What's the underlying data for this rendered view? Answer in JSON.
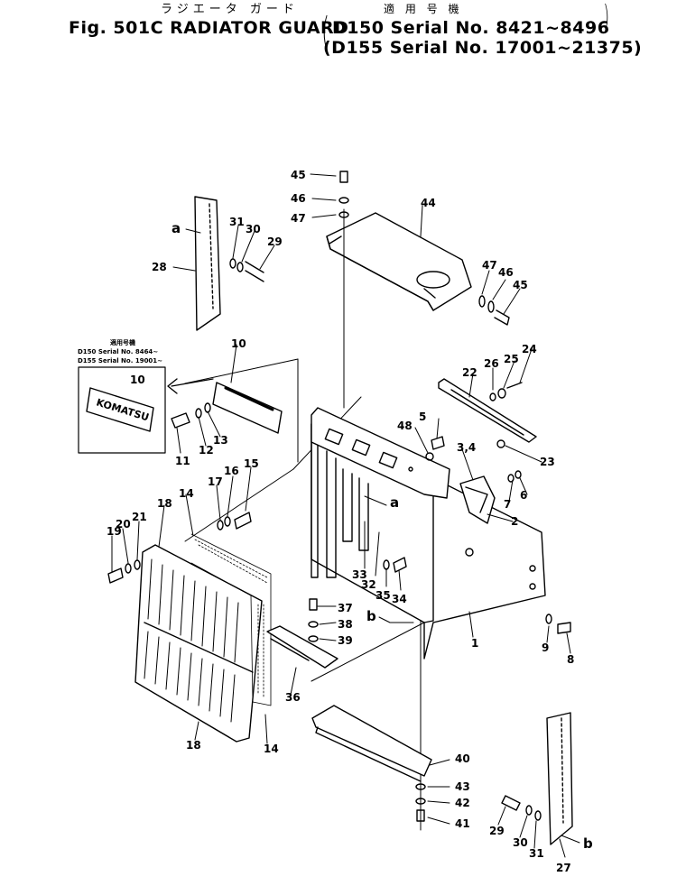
{
  "header": {
    "kana_title": "ラジエータ ガード",
    "kana_applicability": "適 用 号 機",
    "figure_title": "Fig. 501C RADIATOR GUARD",
    "serial_line_1": "D150 Serial No. 8421~8496",
    "serial_line_2": "(D155 Serial No. 17001~21375)"
  },
  "inset": {
    "heading": "適用号機",
    "line_1": "D150  Serial  No. 8464~",
    "line_2": "D155  Serial  No. 19001~",
    "emblem_text": "KOMATSU",
    "callout": "10"
  },
  "callouts": [
    "45",
    "46",
    "47",
    "44",
    "47",
    "46",
    "45",
    "a",
    "31",
    "30",
    "29",
    "28",
    "10",
    "24",
    "26",
    "25",
    "22",
    "11",
    "12",
    "13",
    "5",
    "48",
    "3,4",
    "23",
    "7",
    "6",
    "2",
    "18",
    "14",
    "17",
    "16",
    "15",
    "19",
    "20",
    "21",
    "a",
    "33",
    "32",
    "35",
    "34",
    "37",
    "38",
    "39",
    "b",
    "1",
    "9",
    "8",
    "36",
    "18",
    "14",
    "40",
    "43",
    "42",
    "41",
    "29",
    "30",
    "31",
    "27",
    "b"
  ]
}
